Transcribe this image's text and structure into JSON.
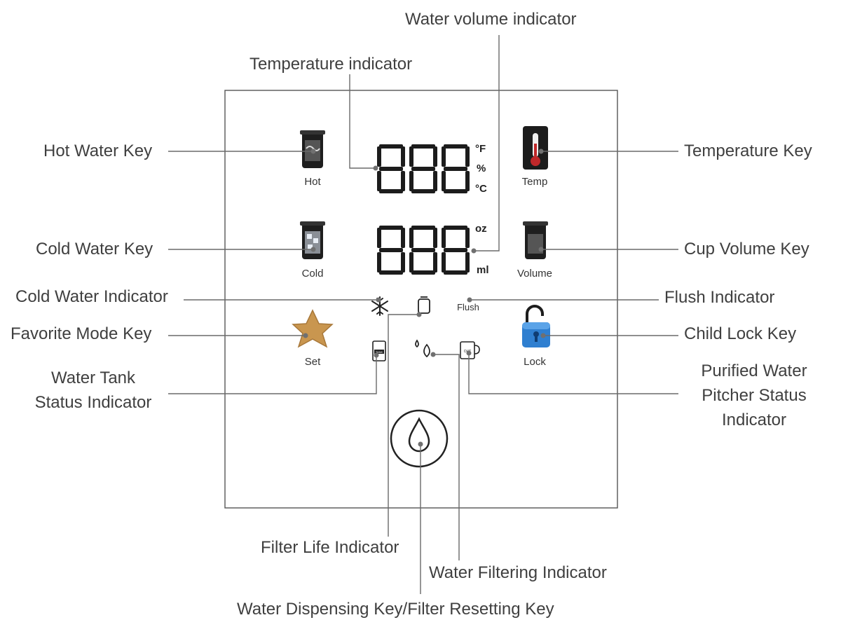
{
  "callouts": {
    "water_volume_indicator": "Water volume indicator",
    "temperature_indicator": "Temperature indicator",
    "hot_water_key": "Hot Water Key",
    "temperature_key": "Temperature Key",
    "cold_water_key": "Cold Water Key",
    "cup_volume_key": "Cup Volume Key",
    "cold_water_indicator": "Cold Water Indicator",
    "flush_indicator": "Flush Indicator",
    "favorite_mode_key": "Favorite Mode Key",
    "child_lock_key": "Child Lock Key",
    "water_tank_status_indicator": "Water Tank\nStatus Indicator",
    "purified_water_pitcher_status_indicator": "Purified Water\nPitcher Status\nIndicator",
    "filter_life_indicator": "Filter Life Indicator",
    "water_filtering_indicator": "Water Filtering Indicator",
    "water_dispensing_key": "Water Dispensing Key/Filter Resetting Key"
  },
  "panel": {
    "hot_label": "Hot",
    "temp_label": "Temp",
    "cold_label": "Cold",
    "volume_label": "Volume",
    "flush_label": "Flush",
    "set_label": "Set",
    "lock_label": "Lock",
    "unit_f": "°F",
    "unit_percent": "%",
    "unit_c": "°C",
    "unit_oz": "oz",
    "unit_ml": "ml",
    "tank_badge": "TANK",
    "out_badge": "OUT"
  },
  "colors": {
    "lock_blue": "#2f7fd0",
    "star_gold": "#c9964f",
    "thermo_red": "#c0282a",
    "segment": "#1c1c1c"
  }
}
